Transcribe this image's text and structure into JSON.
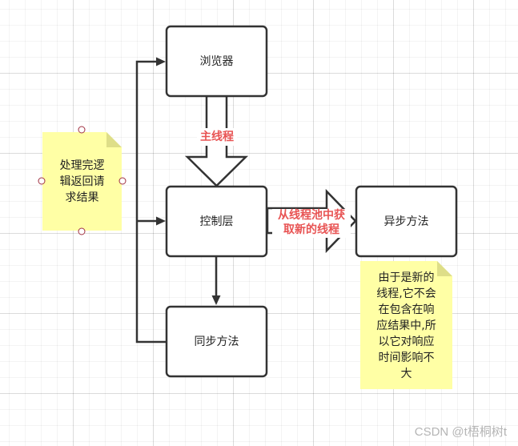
{
  "nodes": {
    "browser": "浏览器",
    "controller": "控制层",
    "sync_method": "同步方法",
    "async_method": "异步方法"
  },
  "edge_labels": {
    "main_thread": "主线程",
    "from_pool_line1": "从线程池中获",
    "from_pool_line2": "取新的线程"
  },
  "notes": {
    "left": "处理完逻\n辑返回请\n求结果",
    "right": "由于是新的\n线程,它不会\n在包含在响\n应结果中,所\n以它对响应\n时间影响不\n大"
  },
  "watermark": "CSDN @t梧桐树t",
  "colors": {
    "note_fill": "#ffffa5",
    "arrow_label": "#e85454",
    "box_stroke": "#333333"
  }
}
